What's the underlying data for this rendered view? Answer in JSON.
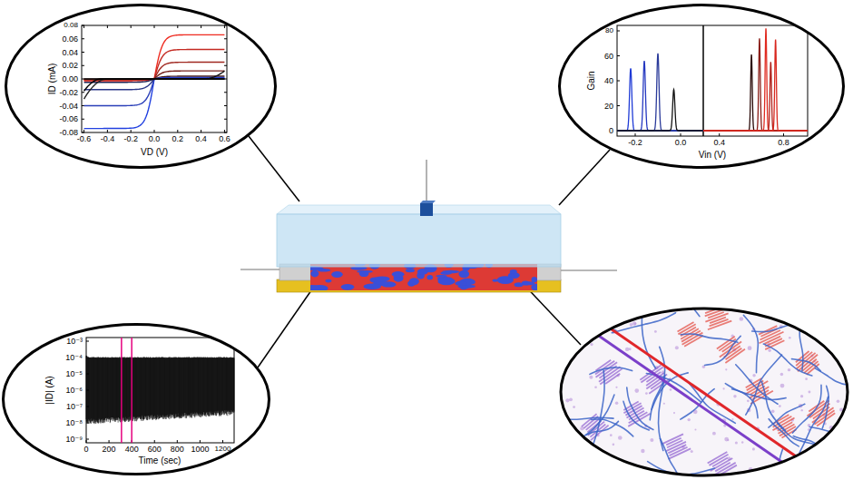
{
  "diagram": {
    "nodes": [
      {
        "text": [
          "ID (mA)",
          "VD (V)",
          "0.08",
          "0.06",
          "0.04",
          "0.02",
          "0.00",
          "-0.02",
          "-0.04",
          "-0.06",
          "-0.08",
          "-0.6",
          "-0.4",
          "-0.2",
          "0.0",
          "0.2",
          "0.4",
          "0.6"
        ]
      },
      {
        "text": [
          "Gain",
          "Vin (V)",
          "80",
          "60",
          "40",
          "20",
          "0",
          "-0.2",
          "0.0",
          "0.4",
          "0.8"
        ]
      },
      {
        "text": [
          "|ID| (A)",
          "Time (sec)",
          "10⁻³",
          "10⁻⁴",
          "10⁻⁵",
          "10⁻⁶",
          "10⁻⁷",
          "10⁻⁸",
          "10⁻⁹",
          "0",
          "200",
          "400",
          "600",
          "800",
          "1000",
          "1200"
        ]
      }
    ]
  }
}
